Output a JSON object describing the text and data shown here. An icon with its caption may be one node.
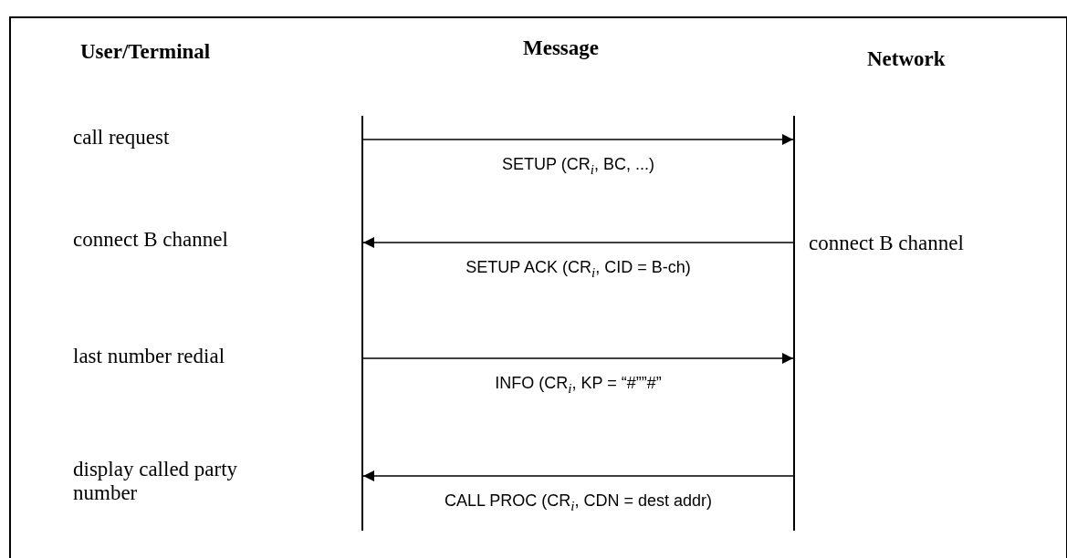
{
  "diagram": {
    "nodes": [
      {
        "text": [],
        "shape": "bar"
      },
      {
        "text": [],
        "shape": "bar"
      }
    ],
    "edges": [
      {
        "from": 0,
        "to": 1,
        "arrow": "to",
        "label": "SETUP (CR$_{i}$, BC, ...)"
      },
      {
        "from": 1,
        "to": 0,
        "arrow": "to",
        "label": "SETUP ACK (CR$_{i}$, CID = B-ch)"
      },
      {
        "from": 0,
        "to": 1,
        "arrow": "to",
        "label": "INFO (CR$_{i}$, KP = “#””#”"
      },
      {
        "from": 1,
        "to": 0,
        "arrow": "to",
        "label": "CALL PROC (CR$_{i}$, CDN = dest addr)"
      }
    ],
    "labels": [
      "User/Terminal",
      "Message",
      "Network",
      "call request",
      "connect B channel",
      "connect B channel",
      "last number redial",
      "display called party number"
    ]
  }
}
